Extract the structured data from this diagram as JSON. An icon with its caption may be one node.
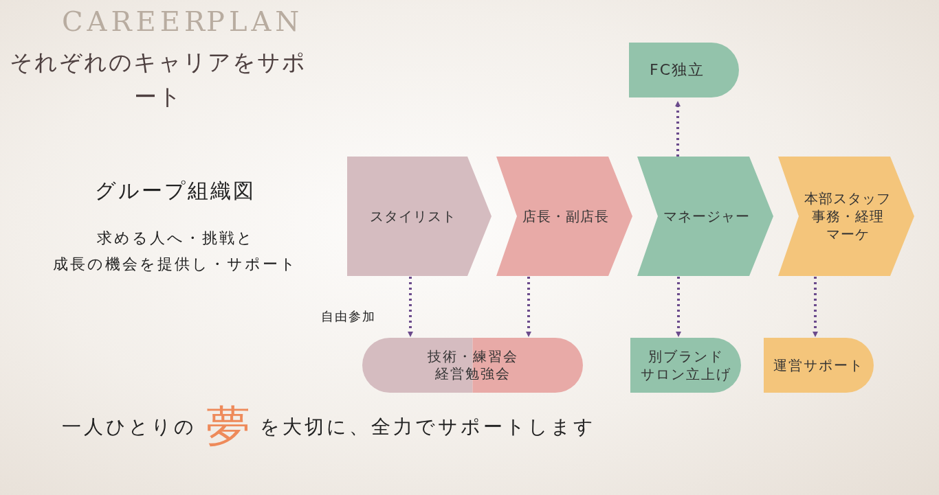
{
  "diagram": {
    "title": "それぞれのキャリアをサポート",
    "nodes": [
      {
        "text": [
          "スタイリスト"
        ]
      },
      {
        "text": [
          "店長・副店長"
        ]
      },
      {
        "text": [
          "マネージャー"
        ]
      },
      {
        "text": [
          "本部スタッフ",
          "事務・経理",
          "マーケ"
        ]
      },
      {
        "text": [
          "FC独立"
        ]
      },
      {
        "text": [
          "技術・練習会",
          "経営勉強会"
        ]
      },
      {
        "text": [
          "別ブランド",
          "サロン立上げ"
        ]
      },
      {
        "text": [
          "運営サポート"
        ]
      }
    ],
    "edges": [
      {
        "from": 2,
        "to": 4,
        "arrow": "to"
      },
      {
        "from": 0,
        "to": 5,
        "arrow": "to",
        "label": "自由参加"
      },
      {
        "from": 1,
        "to": 5,
        "arrow": "to"
      },
      {
        "from": 2,
        "to": 6,
        "arrow": "to"
      },
      {
        "from": 3,
        "to": 7,
        "arrow": "to"
      }
    ],
    "labels": [
      "CAREER",
      "PLAN",
      "グループ組織図",
      "求める人へ・挑戦と",
      "成長の機会を提供し・サポート",
      "一人ひとりの",
      "夢",
      "を大切に、全力でサポートします"
    ]
  }
}
